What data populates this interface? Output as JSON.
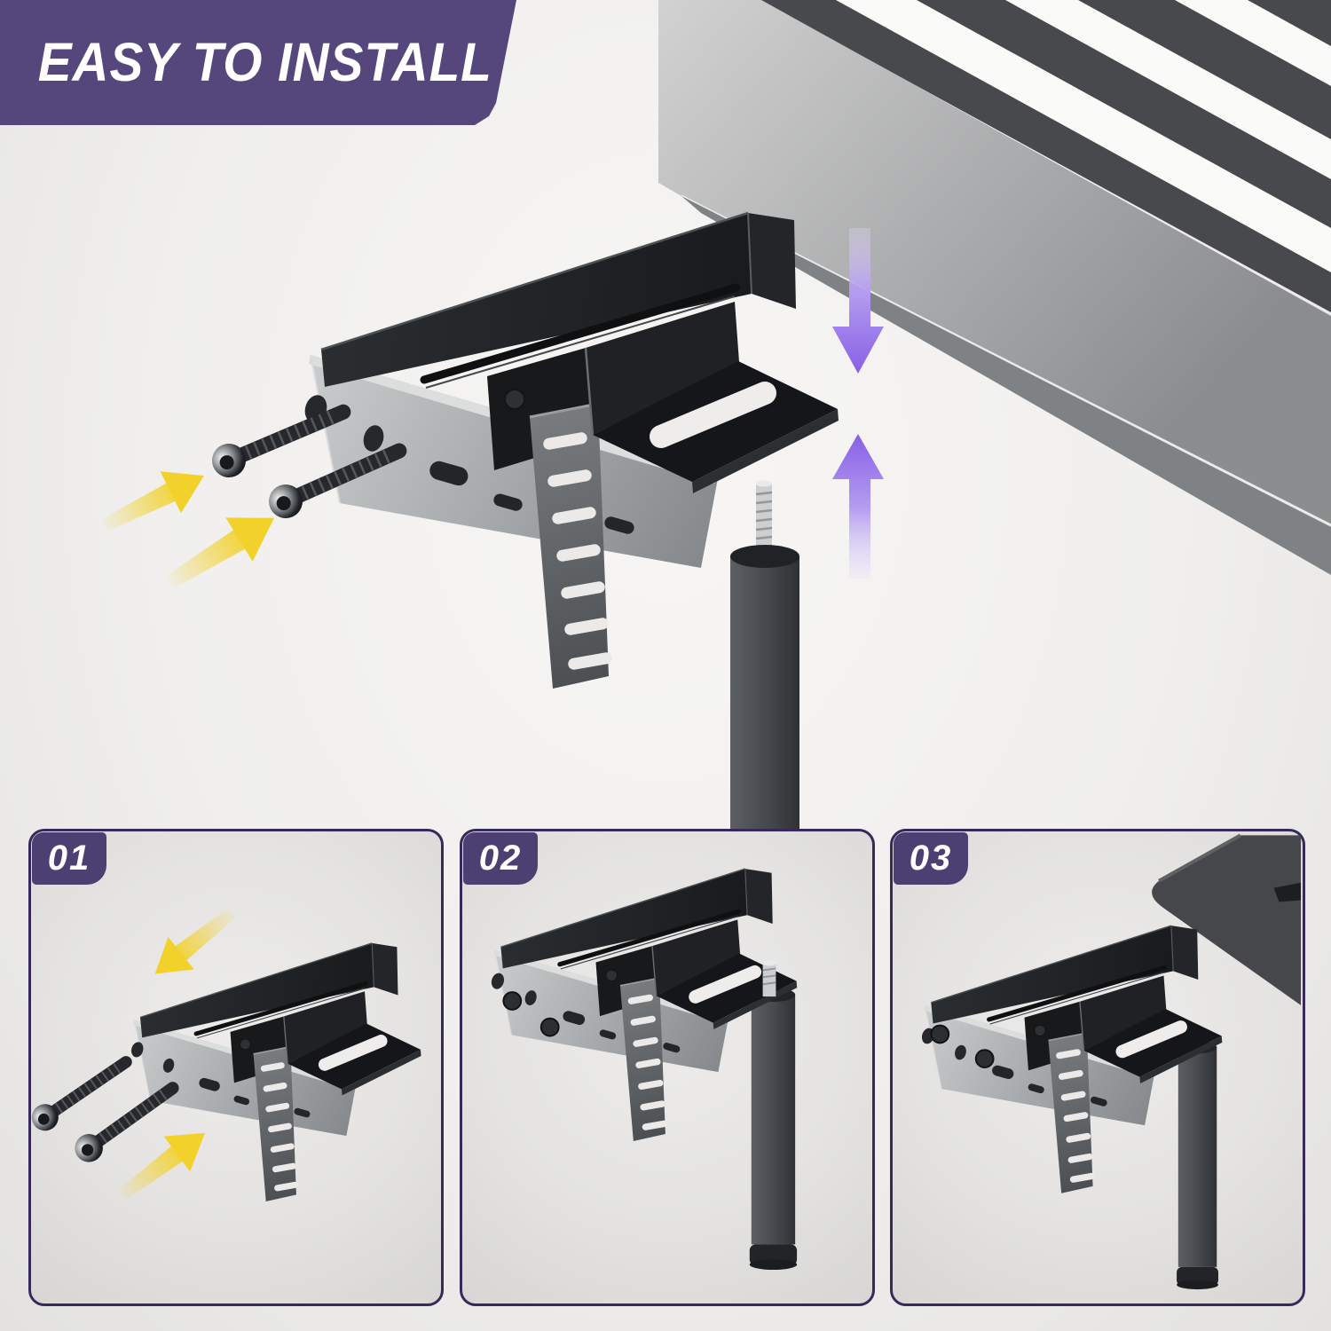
{
  "banner": {
    "title": "EASY TO INSTALL"
  },
  "steps": [
    {
      "number": "01"
    },
    {
      "number": "02"
    },
    {
      "number": "03"
    }
  ],
  "icons": {
    "yellow_arrow": "screw-insert-direction-arrow",
    "purple_arrow_down": "press-down-arrow",
    "purple_arrow_up": "leg-attach-up-arrow"
  },
  "colors": {
    "banner_purple": "#55477c",
    "badge_purple": "#4c3f72",
    "panel_border_purple": "#37295a",
    "arrow_yellow": "#f2d12b",
    "arrow_purple": "#8760e5",
    "metal_black": "#1d1f22",
    "metal_gray": "#9a9da0",
    "background": "#efeeec"
  }
}
